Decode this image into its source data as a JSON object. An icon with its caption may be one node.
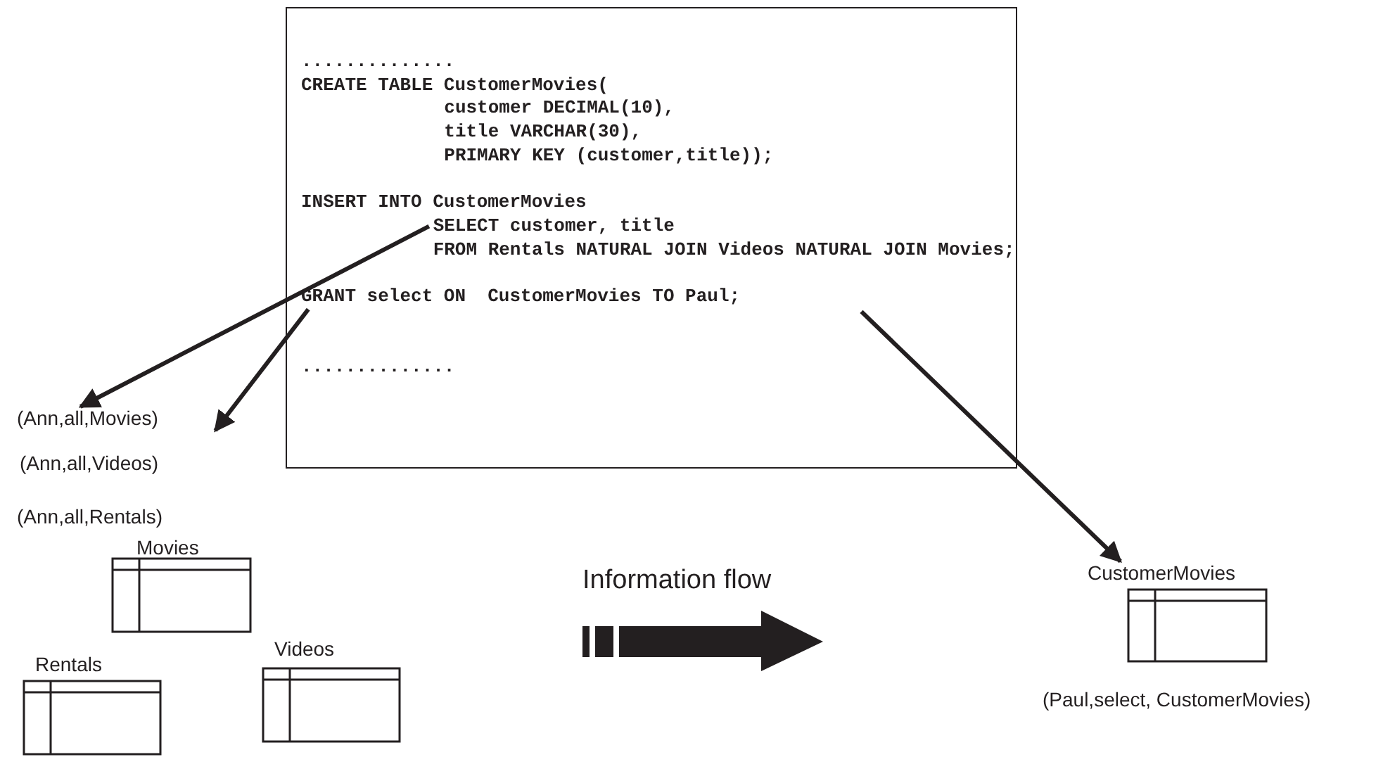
{
  "diagram": {
    "nodes": [
      {
        "text": [
          "..............",
          "CREATE TABLE CustomerMovies(",
          "customer DECIMAL(10),",
          "title VARCHAR(30),",
          "PRIMARY KEY (customer,title));",
          "INSERT INTO CustomerMovies",
          "SELECT customer, title",
          "FROM Rentals NATURAL JOIN Videos NATURAL JOIN Movies;",
          "GRANT select ON  CustomerMovies TO Paul;",
          ".............."
        ]
      },
      {
        "text": [
          "(Ann,all,Movies)"
        ]
      },
      {
        "text": [
          "Movies"
        ]
      },
      {
        "text": [
          "Rentals"
        ]
      },
      {
        "text": [
          "Videos"
        ]
      },
      {
        "text": [
          "CustomerMovies"
        ]
      }
    ],
    "edges": [
      {
        "from": 0,
        "to": 1,
        "arrow": "to"
      },
      {
        "from": 0,
        "to": null,
        "arrow": "to"
      },
      {
        "from": 0,
        "to": 5,
        "arrow": "to"
      }
    ],
    "labels": [
      "(Ann,all,Videos)",
      "(Ann,all,Rentals)",
      "Information flow",
      "(Paul,select, CustomerMovies)"
    ]
  }
}
